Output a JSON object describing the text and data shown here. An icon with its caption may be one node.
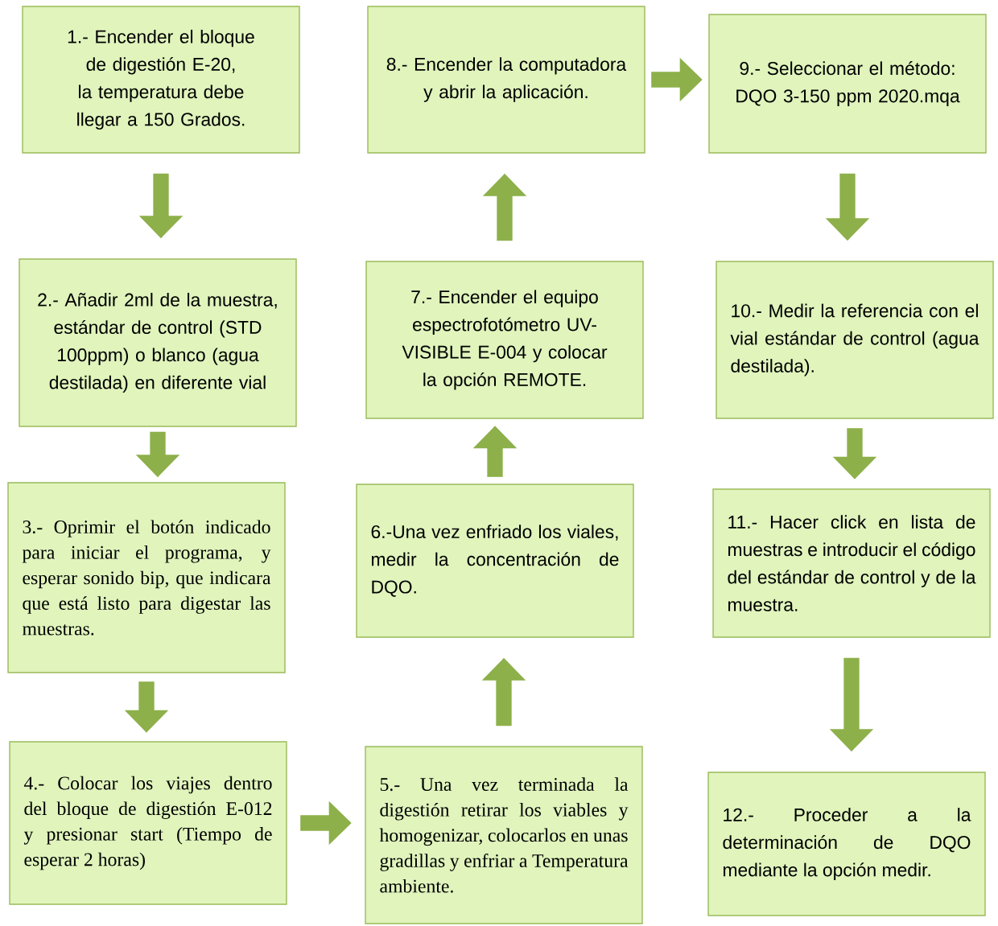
{
  "diagram": {
    "nodes": [
      {
        "text": [
          "1.- Encender el bloque de digestión E-20, la temperatura debe llegar a 150 Grados."
        ]
      },
      {
        "text": [
          "2.- Añadir 2ml de la muestra, estándar de control (STD 100ppm) o blanco (agua destilada) en diferente vial"
        ]
      },
      {
        "text": [
          "3.- Oprimir el botón indicado para iniciar el programa, y esperar sonido bip, que indicara que está listo para digestar las muestras."
        ]
      },
      {
        "text": [
          "4.- Colocar los viajes dentro del bloque de digestión E-012 y presionar start (Tiempo de esperar 2 horas)"
        ]
      },
      {
        "text": [
          "5.- Una vez terminada la digestión retirar los viables y homogenizar, colocarlos en unas gradillas y enfriar a Temperatura ambiente."
        ]
      },
      {
        "text": [
          "6.-Una vez enfriado los viales, medir la concentración de DQO."
        ]
      },
      {
        "text": [
          "7.- Encender el equipo espectrofotómetro UV-VISIBLE E-004 y colocar la opción REMOTE."
        ]
      },
      {
        "text": [
          "8.- Encender la computadora y abrir la aplicación."
        ]
      },
      {
        "text": [
          "9.- Seleccionar el método: DQO 3-150 ppm 2020.mqa"
        ]
      },
      {
        "text": [
          "10.- Medir la referencia con el vial estándar de control (agua destilada)."
        ]
      },
      {
        "text": [
          "11.- Hacer click en lista de muestras e introducir el código del estándar de control y de la muestra."
        ]
      },
      {
        "text": [
          "12.- Proceder a la determinación de DQO mediante la opción medir."
        ]
      }
    ],
    "edges": [
      {
        "from": 0,
        "to": 1,
        "arrow": "to"
      },
      {
        "from": 1,
        "to": 2,
        "arrow": "to"
      },
      {
        "from": 2,
        "to": 3,
        "arrow": "to"
      },
      {
        "from": 3,
        "to": 4,
        "arrow": "to"
      },
      {
        "from": 4,
        "to": 5,
        "arrow": "to"
      },
      {
        "from": 5,
        "to": 6,
        "arrow": "to"
      },
      {
        "from": 6,
        "to": 7,
        "arrow": "to"
      },
      {
        "from": 7,
        "to": 8,
        "arrow": "to"
      },
      {
        "from": 8,
        "to": 9,
        "arrow": "to"
      },
      {
        "from": 9,
        "to": 10,
        "arrow": "to"
      },
      {
        "from": 10,
        "to": 11,
        "arrow": "to"
      }
    ]
  }
}
